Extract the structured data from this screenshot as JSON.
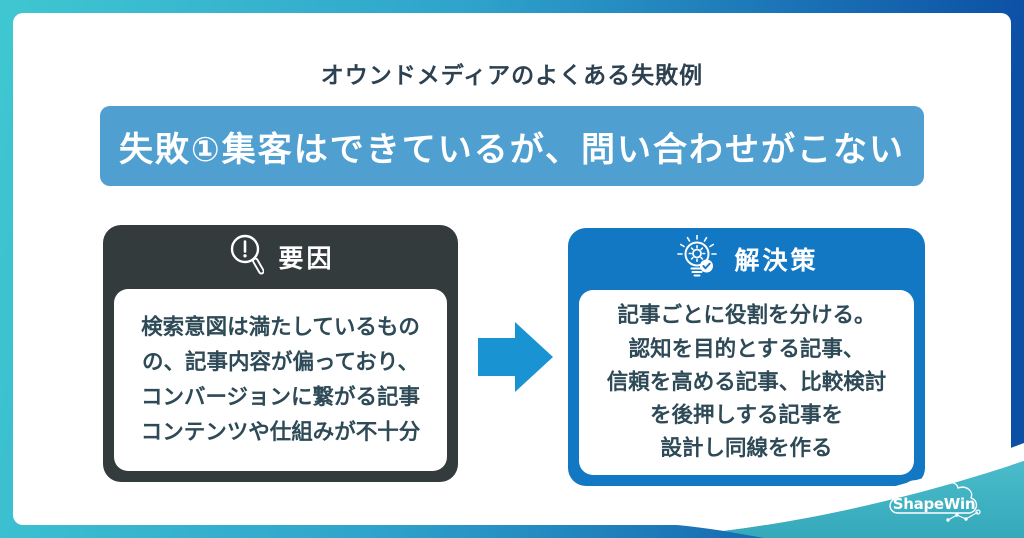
{
  "header": {
    "title": "オウンドメディアのよくある失敗例"
  },
  "banner": {
    "label": "失敗①集客はできているが、問い合わせがこない",
    "bg_color": "#4f9fd1"
  },
  "cause_card": {
    "label": "要因",
    "icon": "magnifier-alert-icon",
    "bg_color": "#333b3d",
    "text": "検索意図は満たしているもの\nの、記事内容が偏っており、\nコンバージョンに繋がる記事\nコンテンツや仕組みが不十分"
  },
  "arrow": {
    "icon": "right-arrow-icon",
    "color": "#1a93d2"
  },
  "solution_card": {
    "label": "解決策",
    "icon": "lightbulb-gear-check-icon",
    "bg_color": "#1278c3",
    "text": "記事ごとに役割を分ける。\n認知を目的とする記事、\n信頼を高める記事、比較検討\nを後押しする記事を\n設計し同線を作る"
  },
  "logo": {
    "text": "ShapeWin"
  },
  "theme": {
    "frame_gradient_start": "#3fc7d1",
    "frame_gradient_end": "#0c50a5",
    "wave_teal": "#41b5c3",
    "body_text_color": "#2e4a57",
    "title_color": "#2d4150"
  }
}
